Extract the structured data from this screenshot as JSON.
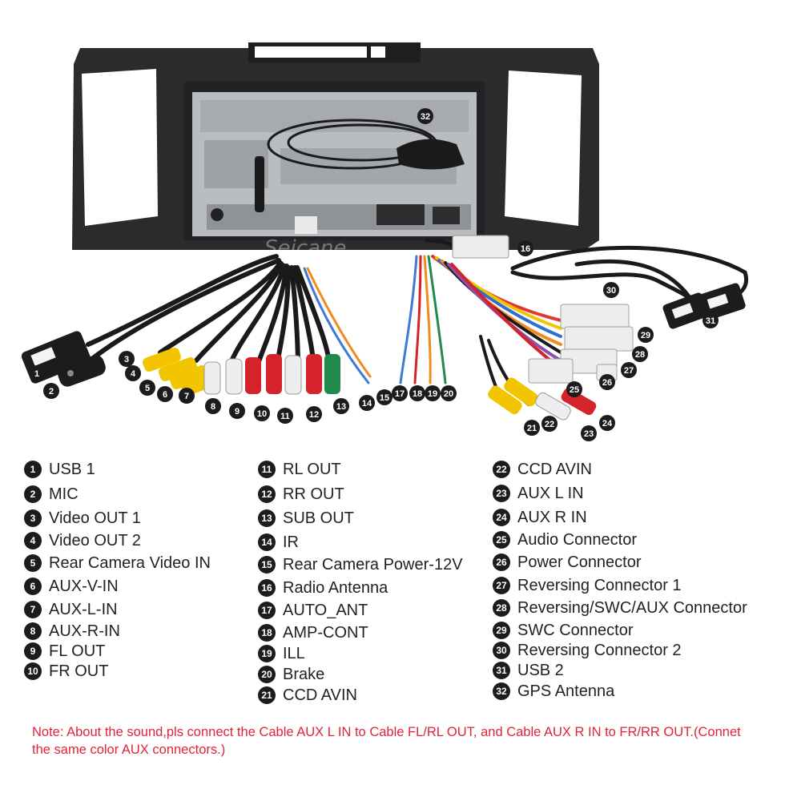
{
  "brand_watermark": "Seicane",
  "callouts": [
    {
      "num": "1"
    },
    {
      "num": "2"
    },
    {
      "num": "3"
    },
    {
      "num": "4"
    },
    {
      "num": "5"
    },
    {
      "num": "6"
    },
    {
      "num": "7"
    },
    {
      "num": "8"
    },
    {
      "num": "9"
    },
    {
      "num": "10"
    },
    {
      "num": "11"
    },
    {
      "num": "12"
    },
    {
      "num": "13"
    },
    {
      "num": "14"
    },
    {
      "num": "15"
    },
    {
      "num": "16"
    },
    {
      "num": "17"
    },
    {
      "num": "18"
    },
    {
      "num": "19"
    },
    {
      "num": "20"
    },
    {
      "num": "21"
    },
    {
      "num": "22"
    },
    {
      "num": "23"
    },
    {
      "num": "24"
    },
    {
      "num": "25"
    },
    {
      "num": "26"
    },
    {
      "num": "27"
    },
    {
      "num": "28"
    },
    {
      "num": "29"
    },
    {
      "num": "30"
    },
    {
      "num": "31"
    },
    {
      "num": "32"
    }
  ],
  "legend": {
    "col1": [
      {
        "num": "1",
        "label": "USB 1"
      },
      {
        "num": "2",
        "label": "MIC"
      },
      {
        "num": "3",
        "label": "Video OUT 1"
      },
      {
        "num": "4",
        "label": "Video OUT 2"
      },
      {
        "num": "5",
        "label": "Rear Camera Video IN"
      },
      {
        "num": "6",
        "label": "AUX-V-IN"
      },
      {
        "num": "7",
        "label": "AUX-L-IN"
      },
      {
        "num": "8",
        "label": "AUX-R-IN"
      },
      {
        "num": "9",
        "label": "FL OUT"
      },
      {
        "num": "10",
        "label": "FR OUT"
      }
    ],
    "col2": [
      {
        "num": "11",
        "label": "RL OUT"
      },
      {
        "num": "12",
        "label": "RR OUT"
      },
      {
        "num": "13",
        "label": "SUB OUT"
      },
      {
        "num": "14",
        "label": "IR"
      },
      {
        "num": "15",
        "label": "Rear Camera Power-12V"
      },
      {
        "num": "16",
        "label": "Radio Antenna"
      },
      {
        "num": "17",
        "label": "AUTO_ANT"
      },
      {
        "num": "18",
        "label": "AMP-CONT"
      },
      {
        "num": "19",
        "label": "ILL"
      },
      {
        "num": "20",
        "label": "Brake"
      },
      {
        "num": "21",
        "label": "CCD AVIN"
      }
    ],
    "col3": [
      {
        "num": "22",
        "label": "CCD AVIN"
      },
      {
        "num": "23",
        "label": "AUX L IN"
      },
      {
        "num": "24",
        "label": "AUX R IN"
      },
      {
        "num": "25",
        "label": "Audio Connector"
      },
      {
        "num": "26",
        "label": "Power Connector"
      },
      {
        "num": "27",
        "label": "Reversing Connector 1"
      },
      {
        "num": "28",
        "label": "Reversing/SWC/AUX Connector"
      },
      {
        "num": "29",
        "label": "SWC Connector"
      },
      {
        "num": "30",
        "label": "Reversing Connector 2"
      },
      {
        "num": "31",
        "label": "USB 2"
      },
      {
        "num": "32",
        "label": "GPS Antenna"
      }
    ]
  },
  "note": "Note: About the sound,pls connect the Cable AUX L IN to Cable FL/RL OUT, and Cable AUX R IN to FR/RR OUT.(Connet the same color AUX connectors.)",
  "colors": {
    "frame": "#2a2a2d",
    "chassis": "#b9bcc0",
    "badge": "#1c1c1c",
    "note": "#e0243a",
    "rca_yellow": "#f2c500",
    "rca_white": "#eeeeee",
    "rca_red": "#d4232b",
    "rca_green": "#1f8a4c"
  }
}
